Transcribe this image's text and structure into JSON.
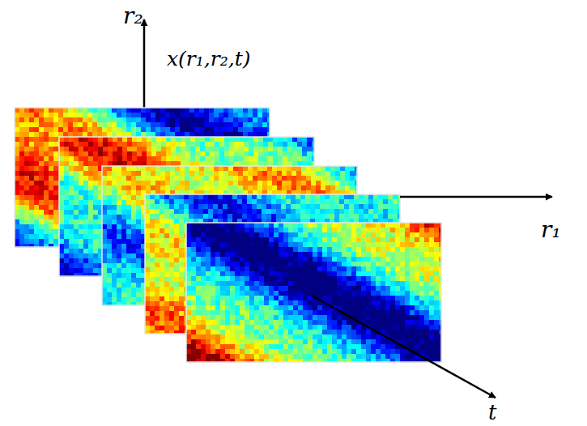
{
  "diagram": {
    "labels": [
      "r₂",
      "x(r₁,r₂,t)",
      "r₁",
      "t"
    ]
  }
}
